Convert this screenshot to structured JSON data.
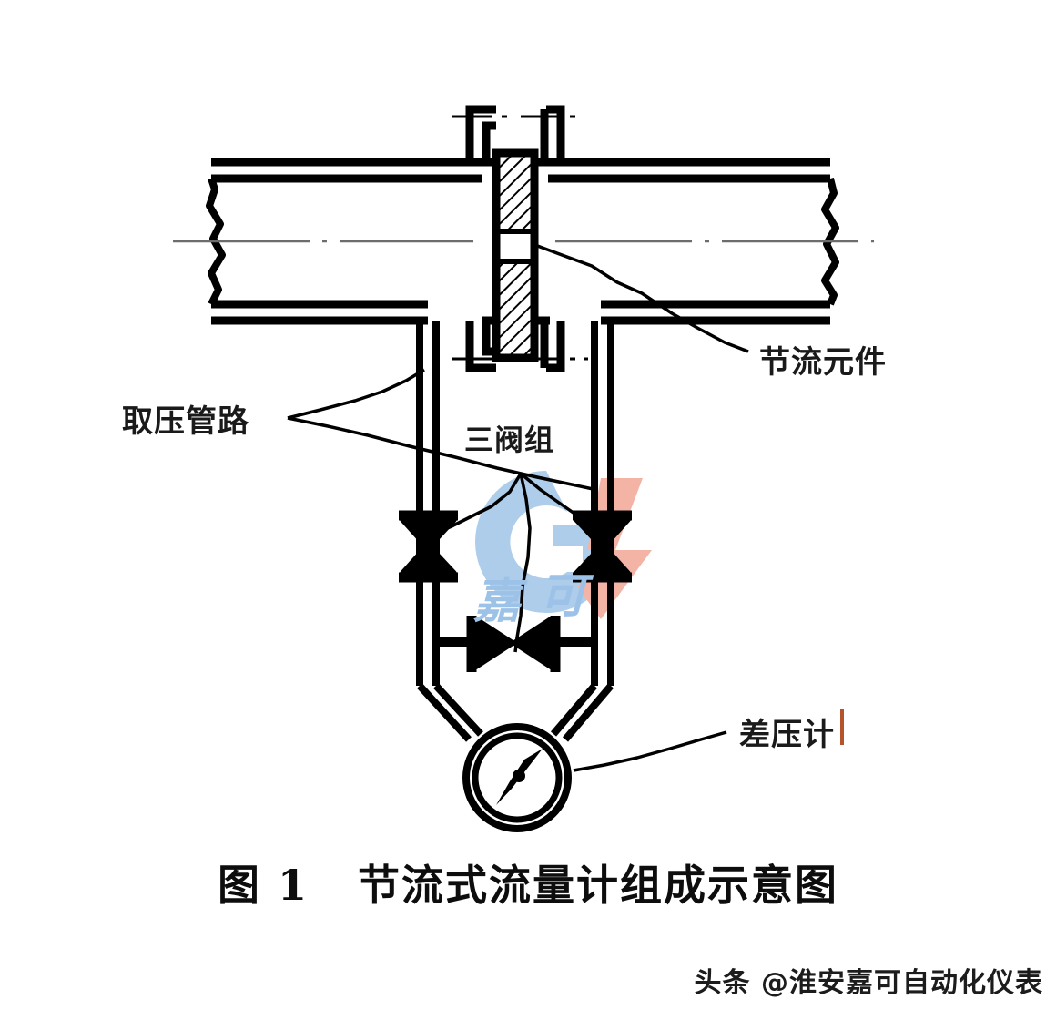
{
  "figure": {
    "caption": "图 1   节流式流量计组成示意图",
    "caption_number": "图 1",
    "caption_title": "节流式流量计组成示意图"
  },
  "labels": {
    "throttling_element": "节流元件",
    "pressure_tapping_line": "取压管路",
    "three_valve_manifold": "三阀组",
    "differential_pressure_gauge": "差压计"
  },
  "watermark": {
    "logo_letters": "GK",
    "brand_char_1": "嘉",
    "brand_char_2": "可",
    "blue": "#9dc2e8",
    "salmon": "#f3b1a2"
  },
  "footer": {
    "credit": "头条 @淮安嘉可自动化仪表"
  },
  "components": {
    "pipe": "horizontal-process-pipe",
    "orifice_plate": "orifice-plate-section",
    "upper_taps": "flange-pressure-taps-upper",
    "lower_taps": "flange-pressure-taps-lower",
    "left_impulse_line": "impulse-tube-left",
    "right_impulse_line": "impulse-tube-right",
    "valve_left": "block-valve-left",
    "valve_right": "block-valve-right",
    "valve_equalizing": "equalizing-valve-center",
    "gauge": "differential-pressure-gauge-dial"
  },
  "colors": {
    "line": "#000000",
    "centerline": "#6a6a6a",
    "text": "#1a1a1a",
    "accent_stroke": "#b4542a",
    "background": "#ffffff"
  }
}
